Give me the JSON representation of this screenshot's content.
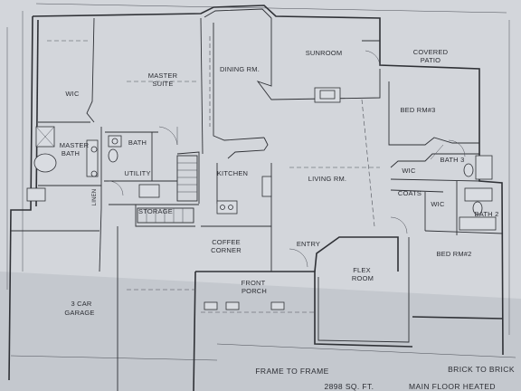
{
  "rooms": {
    "covered_patio": [
      "COVERED",
      "PATIO"
    ],
    "sunroom": "SUNROOM",
    "dining": "DINING RM.",
    "master_suite": [
      "MASTER",
      "SUITE"
    ],
    "wic_master": "WIC",
    "master_bath": [
      "MASTER",
      "BATH"
    ],
    "bath_small": "BATH",
    "utility": "UTILITY",
    "linen": "LINEN",
    "kitchen": "KITCHEN",
    "living": "LIVING RM.",
    "bed3": "BED RM#3",
    "wic_bed3": "WIC",
    "bath3": "BATH 3",
    "coats": "COATS",
    "wic_bed2": "WIC",
    "bath2": "BATH 2",
    "bed2": "BED RM#2",
    "storage": "STORAGE",
    "coffee_corner": [
      "COFFEE",
      "CORNER"
    ],
    "entry": "ENTRY",
    "flex_room": [
      "FLEX",
      "ROOM"
    ],
    "front_porch": [
      "FRONT",
      "PORCH"
    ],
    "garage": [
      "3 CAR",
      "GARAGE"
    ]
  },
  "footer": {
    "frame_to_frame": "FRAME TO FRAME",
    "brick_to_brick": "BRICK TO BRICK",
    "area": "2898 SQ. FT.",
    "main_floor": "MAIN FLOOR HEATED"
  }
}
